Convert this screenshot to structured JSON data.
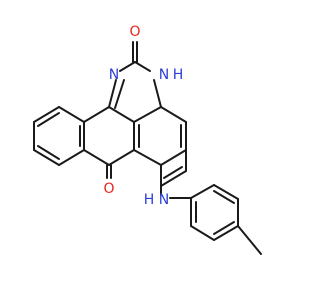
{
  "molecule": {
    "atom_labels": {
      "o_top": "O",
      "n_left": "N",
      "n_right": "N",
      "h_right": "H",
      "o_bottom": "O",
      "n_amine": "N",
      "h_amine": "H"
    },
    "colors": {
      "bond": "#1a1a1a",
      "oxygen": "#e8251e",
      "nitrogen": "#2a3fd6",
      "background": "#ffffff"
    }
  }
}
